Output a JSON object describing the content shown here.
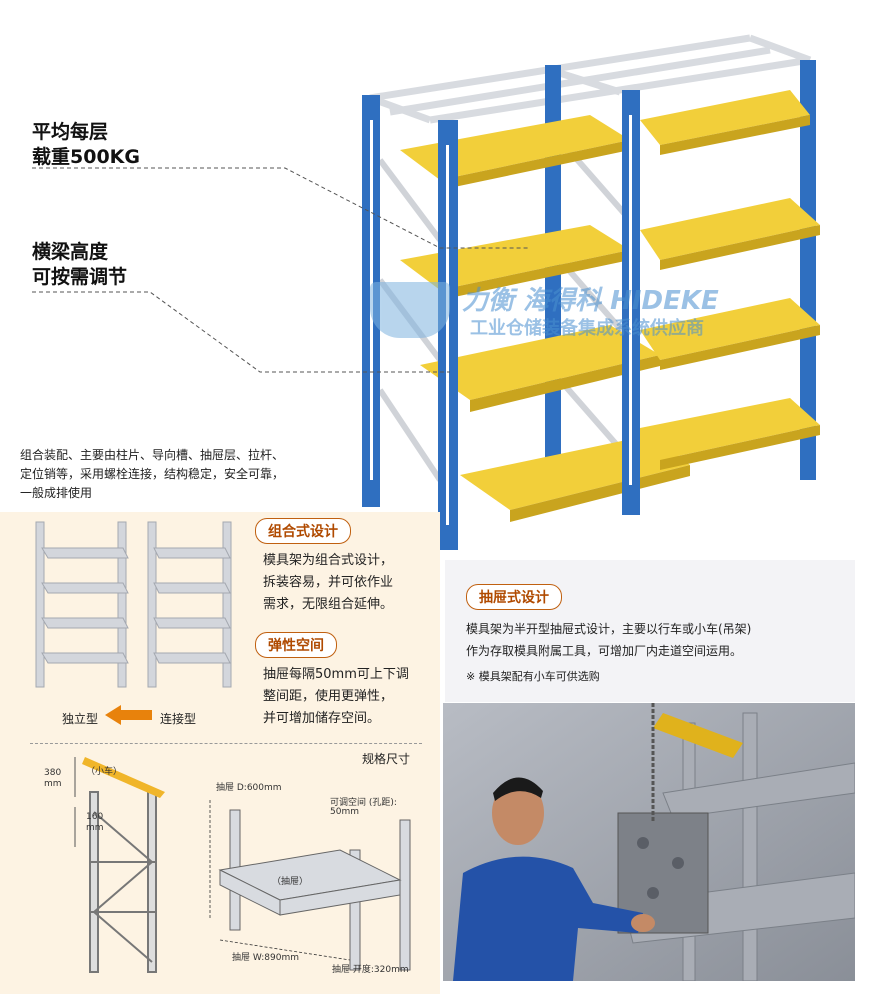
{
  "hero": {
    "load_line1": "平均每层",
    "load_line2": "载重500KG",
    "beam_line1": "横梁高度",
    "beam_line2": "可按需调节",
    "watermark_brand": "力衡 海得科 HIDEKE",
    "watermark_sub": "工业仓储装备集成系统供应商"
  },
  "intro": {
    "line1": "组合装配、主要由柱片、导向槽、抽屉层、拉杆、",
    "line2": "定位销等，采用螺栓连接，结构稳定，安全可靠，",
    "line3": "一般成排使用"
  },
  "combo": {
    "tag": "组合式设计",
    "line1": "模具架为组合式设计，",
    "line2": "拆装容易，并可依作业",
    "line3": "需求，无限组合延伸。",
    "standalone": "独立型",
    "connected": "连接型"
  },
  "flex": {
    "tag": "弹性空间",
    "line1": "抽屉每隔50mm可上下调",
    "line2": "整间距，使用更弹性，",
    "line3": "并可增加储存空间。"
  },
  "drawer": {
    "tag": "抽屉式设计",
    "line1": "模具架为半开型抽屉式设计，主要以行车或小车(吊架)",
    "line2": "作为存取模具附属工具，可增加厂内走道空间运用。",
    "note": "※ 模具架配有小车可供选购"
  },
  "spec": {
    "title": "规格尺寸",
    "trolley": "（小车）",
    "h380": "380",
    "mm1": "mm",
    "h160": "160",
    "mm2": "mm",
    "depth": "抽屉 D:600mm",
    "adjust1": "可调空间 (孔距):",
    "adjust2": "50mm",
    "drawer_label": "（抽屉）",
    "width": "抽屉 W:890mm",
    "open": "抽屉 开度:320mm"
  },
  "colors": {
    "upright": "#2f6fc0",
    "shelf": "#f2cf3a",
    "frame": "#e2e4e8",
    "accent": "#e8820c"
  }
}
